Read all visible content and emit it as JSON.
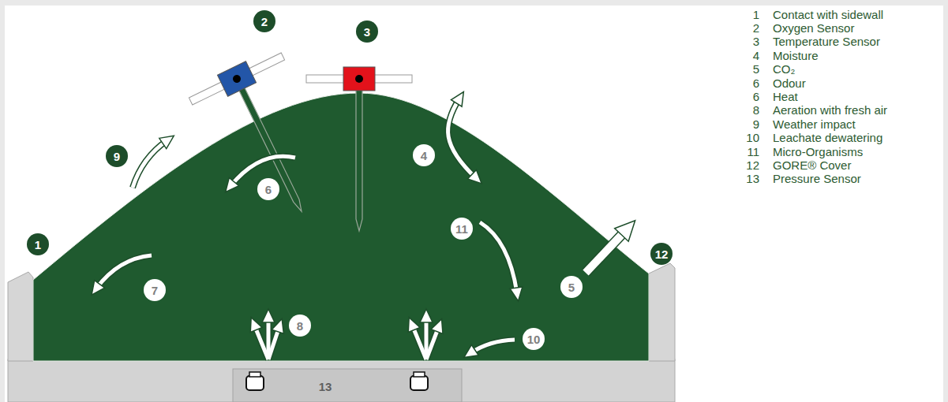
{
  "diagram": {
    "labels": [
      "2",
      "3",
      "9",
      "6",
      "4",
      "1",
      "11",
      "7",
      "5",
      "12",
      "8",
      "10",
      "13",
      "1",
      "Contact with sidewall",
      "2",
      "Oxygen Sensor",
      "3",
      "Temperature Sensor",
      "4",
      "Moisture",
      "5",
      "CO₂",
      "6",
      "Odour",
      "6",
      "Heat",
      "8",
      "Aeration with fresh air",
      "9",
      "Weather impact",
      "10",
      "Leachate dewatering",
      "11",
      "Micro-Organisms",
      "12",
      "GORE® Cover",
      "13",
      "Pressure Sensor"
    ]
  }
}
